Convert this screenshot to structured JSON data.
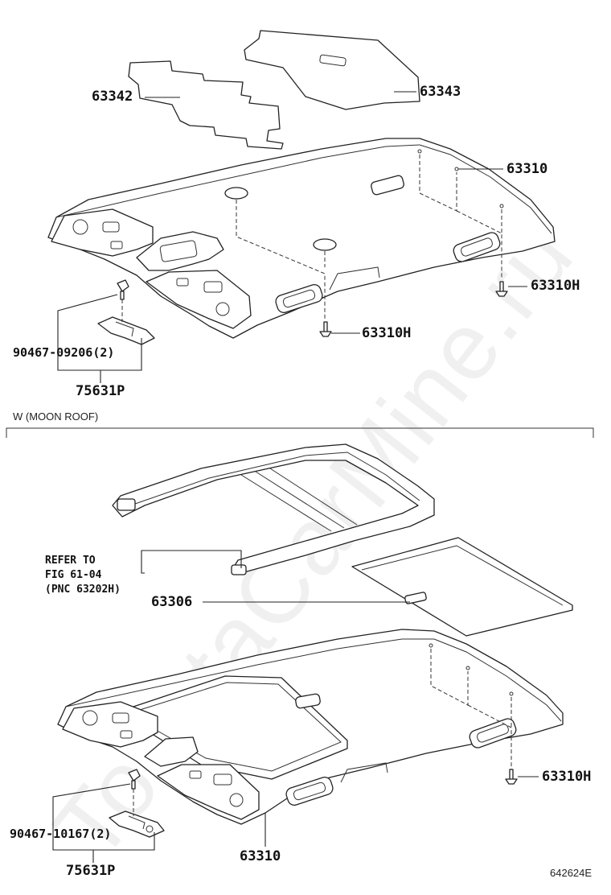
{
  "diagram": {
    "top_section": {
      "labels": {
        "p63342": "63342",
        "p63343": "63343",
        "p63310": "63310",
        "p63310h_right": "63310H",
        "p63310h_center": "63310H",
        "p90467": "90467-09206(2)",
        "p75631p": "75631P"
      }
    },
    "divider_label": "W   (MOON ROOF)",
    "bottom_section": {
      "labels": {
        "refer_line1": "REFER TO",
        "refer_line2": "FIG 61-04",
        "refer_line3": "(PNC 63202H)",
        "p63306": "63306",
        "p63310h": "63310H",
        "p90467": "90467-10167(2)",
        "p63310": "63310",
        "p75631p": "75631P"
      }
    },
    "figure_code": "642624E",
    "watermark": "ToyotaCarMine.ru"
  }
}
